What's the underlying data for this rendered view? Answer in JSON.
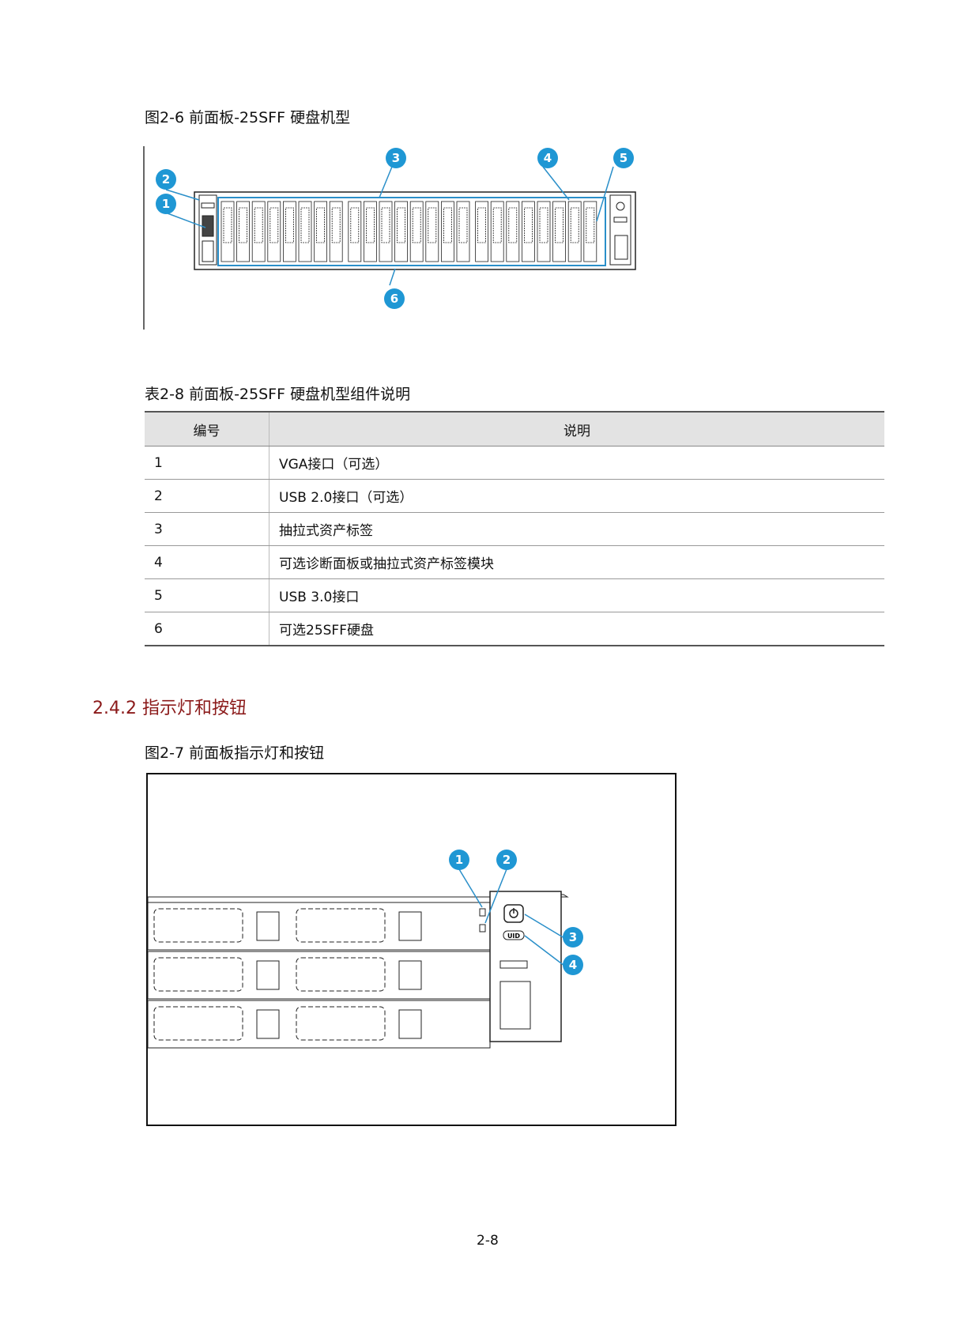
{
  "figure1": {
    "caption": "图2-6 前面板-25SFF 硬盘机型",
    "callouts": [
      "1",
      "2",
      "3",
      "4",
      "5",
      "6"
    ]
  },
  "table": {
    "caption": "表2-8 前面板-25SFF 硬盘机型组件说明",
    "headers": [
      "编号",
      "说明"
    ],
    "rows": [
      [
        "1",
        "VGA接口（可选）"
      ],
      [
        "2",
        "USB 2.0接口（可选）"
      ],
      [
        "3",
        "抽拉式资产标签"
      ],
      [
        "4",
        "可选诊断面板或抽拉式资产标签模块"
      ],
      [
        "5",
        "USB 3.0接口"
      ],
      [
        "6",
        "可选25SFF硬盘"
      ]
    ]
  },
  "section": {
    "title": "2.4.2  指示灯和按钮"
  },
  "figure2": {
    "caption": "图2-7 前面板指示灯和按钮",
    "callouts": [
      "1",
      "2",
      "3",
      "4"
    ],
    "uid_label": "UID"
  },
  "page_number": "2-8",
  "colors": {
    "callout": "#1f97d4",
    "highlight": "#2a8fc9",
    "section_title": "#8b1a1a"
  }
}
